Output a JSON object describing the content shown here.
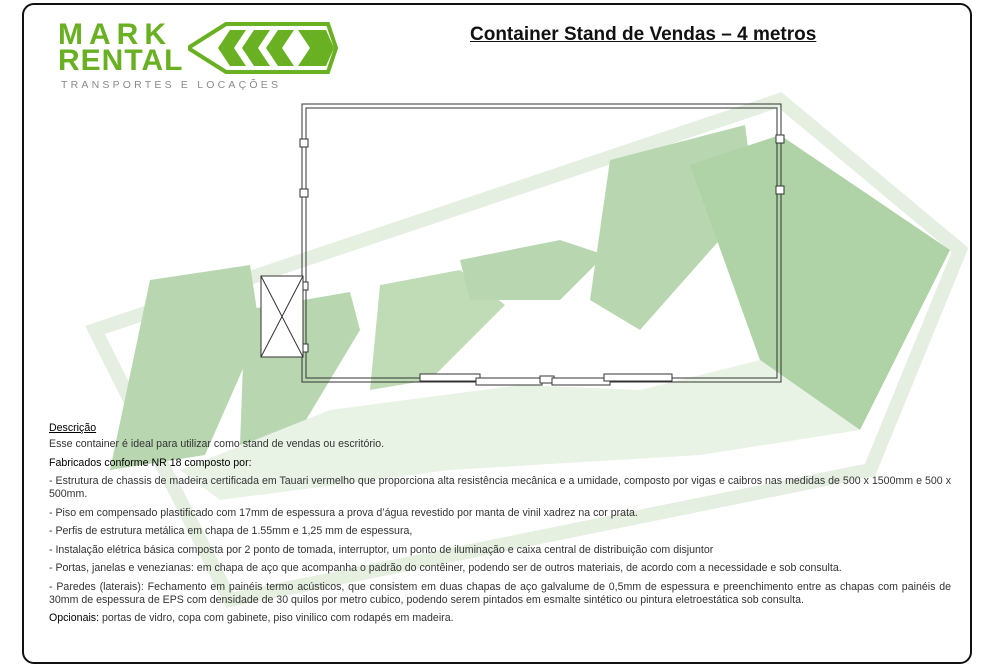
{
  "logo": {
    "line1": "MARK",
    "line2": "RENTAL",
    "tagline": "TRANSPORTES E LOCAÇÕES"
  },
  "title": "Container Stand de Vendas – 4 metros",
  "description": {
    "heading": "Descrição",
    "intro": "Esse container é ideal para utilizar como stand de vendas ou escritório.",
    "composition_heading": "Fabricados conforme NR 18 composto por:",
    "items": [
      "- Estrutura de chassis de madeira certificada em Tauari vermelho que proporciona alta resistência mecânica e a umidade, composto por vigas e caibros nas medidas de 500 x 1500mm e 500 x 500mm.",
      "- Piso em compensado plastificado com 17mm de espessura a prova d’água revestido por manta de vinil xadrez na cor prata.",
      "- Perfis de estrutura metálica em chapa de 1.55mm e 1,25 mm de espessura,",
      "- Instalação elétrica básica composta por 2 ponto de tomada, interruptor, um ponto de iluminação e caixa central de distribuição com disjuntor",
      "- Portas, janelas e venezianas: em chapa de aço que acompanha o padrão do contêiner, podendo ser de outros materiais, de acordo com a necessidade e sob consulta.",
      "- Paredes (laterais): Fechamento em painéis termo acústicos, que consistem em duas chapas de aço galvalume de 0,5mm de espessura e preenchimento entre as chapas com painéis de 30mm de espessura de EPS com densidade de 30 quilos por metro cubico, podendo serem pintados em esmalte sintético ou pintura eletroestática sob consulta."
    ],
    "optionals_label": "Opcionais:",
    "optionals_text": " portas de vidro, copa com gabinete, piso vinilico com rodapés em madeira."
  },
  "colors": {
    "brand_green": "#6ab023",
    "watermark_green": "#9cc98f",
    "watermark_light": "#d9ebd3"
  }
}
